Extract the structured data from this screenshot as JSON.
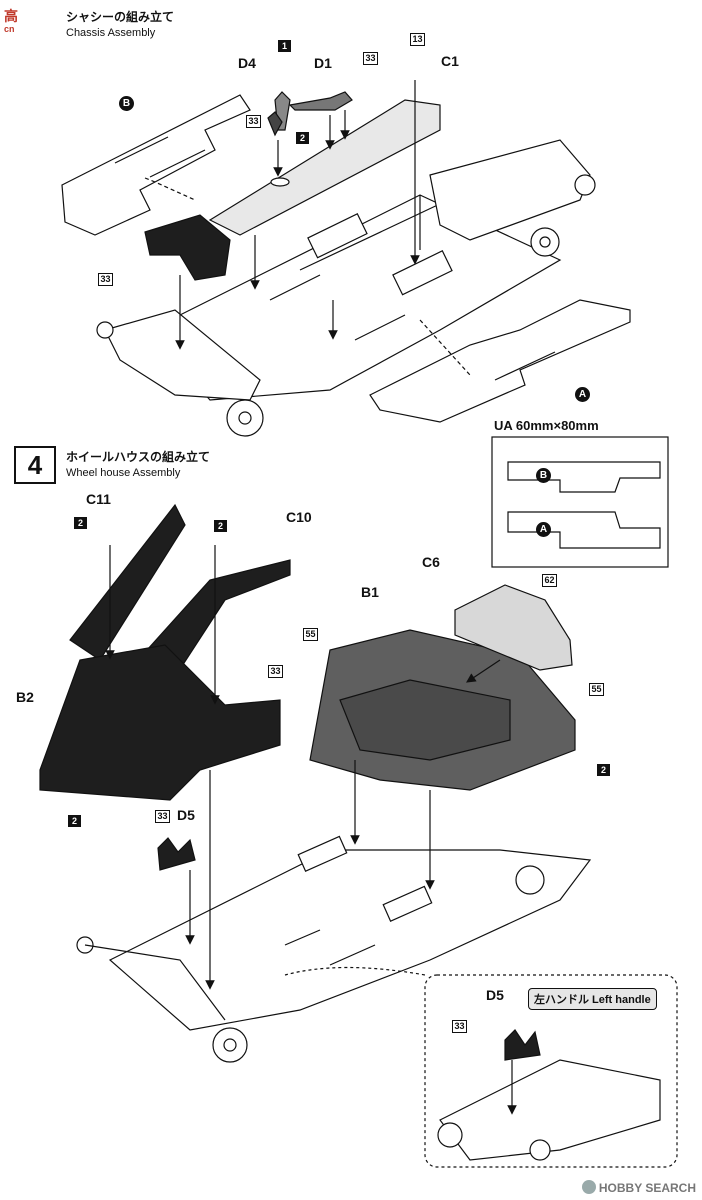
{
  "watermark_top": {
    "logo_text": "高",
    "logo_sub": "cn"
  },
  "section_chassis": {
    "title_jp": "シャシーの組み立て",
    "title_en": "Chassis Assembly",
    "parts": {
      "d4": "D4",
      "d1": "D1",
      "c1": "C1",
      "b": "B",
      "a": "A"
    },
    "paint_refs": {
      "r1": "1",
      "r33a": "33",
      "r33b": "33",
      "r2": "2",
      "r13": "13",
      "r33c": "33"
    }
  },
  "section_wheelhouse": {
    "step_number": "4",
    "title_jp": "ホイールハウスの組み立て",
    "title_en": "Wheel house Assembly",
    "parts": {
      "c11": "C11",
      "c10": "C10",
      "b2": "B2",
      "b1": "B1",
      "c6": "C6",
      "d5": "D5"
    },
    "paint_refs": {
      "r2a": "2",
      "r2b": "2",
      "r33a": "33",
      "r2c": "2",
      "r55a": "55",
      "r62": "62",
      "r55b": "55",
      "r2d": "2",
      "r33b": "33"
    }
  },
  "ua_box": {
    "title": "UA 60mm×80mm",
    "part_b": "B",
    "part_a": "A"
  },
  "left_handle": {
    "tag": "左ハンドル Left handle",
    "part": "D5",
    "paint_ref": "33"
  },
  "watermark_bottom": {
    "text": "HOBBY SEARCH"
  },
  "colors": {
    "black_part": "#1e1e1e",
    "gray_part": "#5f5f5f",
    "light_part": "#d8d8d8",
    "line": "#111111"
  }
}
